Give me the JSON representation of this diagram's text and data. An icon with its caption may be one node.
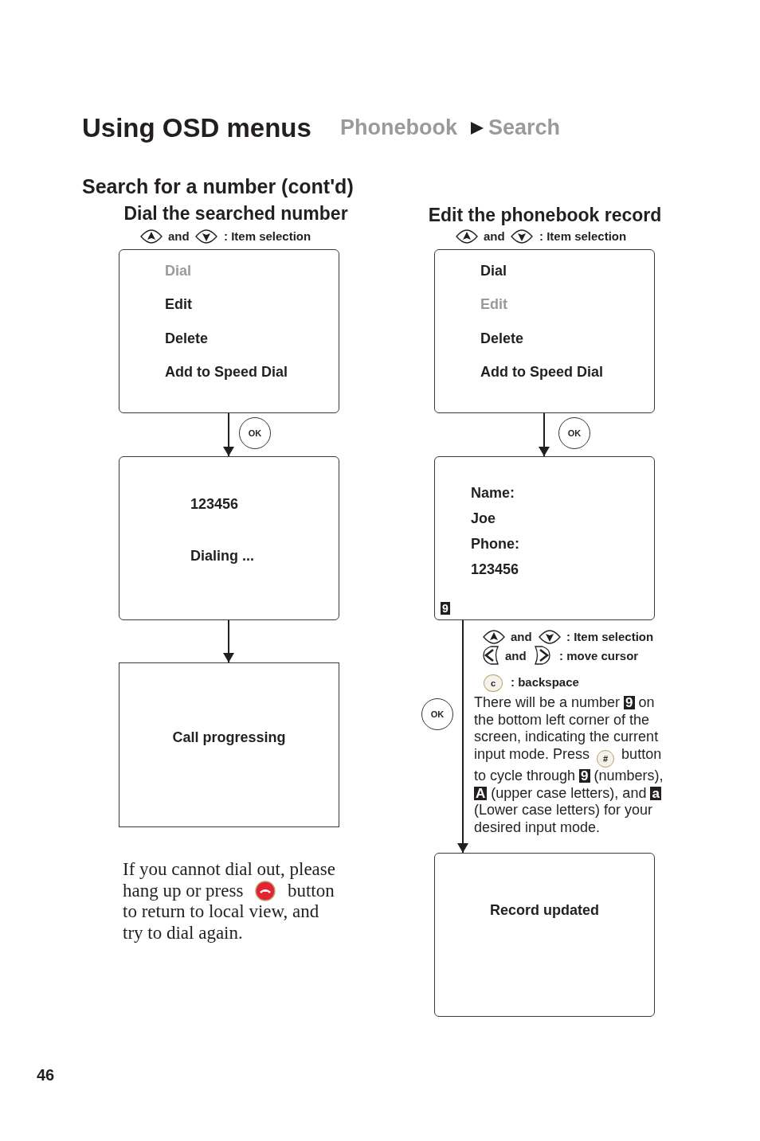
{
  "diagram": {
    "title": "Using OSD menus",
    "nodes": [
      {
        "text": [
          "Dial",
          "Edit",
          "Delete",
          "Add to Speed Dial"
        ]
      },
      {
        "text": [
          "123456",
          "Dialing ..."
        ]
      },
      {
        "text": [
          "Call progressing"
        ]
      },
      {
        "text": [
          "Dial",
          "Edit",
          "Delete",
          "Add to Speed Dial"
        ]
      },
      {
        "text": [
          "Name:",
          "Joe",
          "Phone:",
          "123456",
          "9"
        ]
      },
      {
        "text": [
          "Record updated"
        ]
      }
    ],
    "edges": [
      {
        "from": 0,
        "to": 1,
        "arrow": "to",
        "label": "OK"
      },
      {
        "from": 1,
        "to": 2,
        "arrow": "to"
      },
      {
        "from": 3,
        "to": 4,
        "arrow": "to",
        "label": "OK"
      },
      {
        "from": 4,
        "to": 5,
        "arrow": "to",
        "label": "OK"
      }
    ],
    "labels": [
      "Phonebook",
      "Search",
      "Search for a number (cont'd)",
      "Dial the searched number",
      "and",
      ": Item selection",
      "Edit the phonebook record",
      "and",
      ": Item selection",
      "and",
      ": Item selection",
      "and",
      ": move cursor",
      "c",
      ": backspace",
      "There will be a number",
      "9",
      "on the bottom left corner of the screen, indicating the current input mode. Press",
      "#",
      "button to cycle through",
      "9",
      "(numbers),",
      "A",
      "(upper case letters),  and",
      "a",
      "(Lower case letters) for your desired input mode.",
      "If you cannot dial out, please hang up or press",
      "button to return to local view, and try to dial again.",
      "46"
    ]
  }
}
